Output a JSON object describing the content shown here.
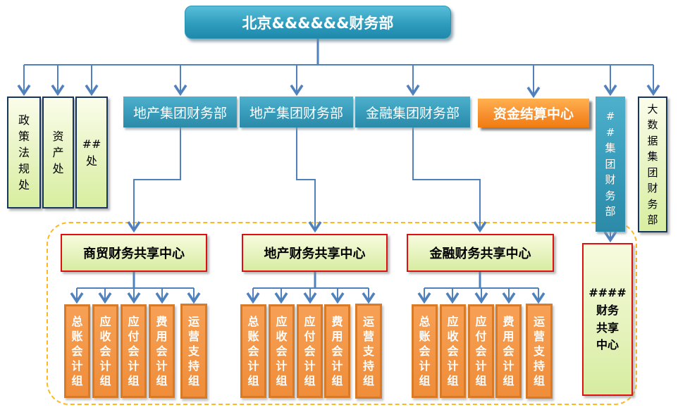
{
  "colors": {
    "teal": "#2f9dbd",
    "orange": "#f58220",
    "green_fill": "#d8ee9f",
    "navy_border": "#17365d",
    "red_border": "#e01010",
    "team_fill": "#f29446",
    "team_border": "#d97b26",
    "connector_blue": "#4f81bd",
    "boundary_dash": "#ffb81c"
  },
  "root": {
    "label": "北京&&&&&&财务部"
  },
  "staff_offices": [
    {
      "label": "政\n策\n法\n规\n处"
    },
    {
      "label": "资\n产\n处"
    },
    {
      "label": "##\n处"
    }
  ],
  "group_finance_departments": [
    {
      "label": "地产集团财务部"
    },
    {
      "label": "地产集团财务部"
    },
    {
      "label": "金融集团财务部"
    }
  ],
  "settlement_center": {
    "label": "资金结算中心"
  },
  "side_departments": [
    {
      "label": "#\n#\n集\n团\n财\n务\n部"
    },
    {
      "label": "大\n数\n据\n集\n团\n财\n务\n部"
    }
  ],
  "shared_service_centers": [
    {
      "label": "商贸财务共享中心"
    },
    {
      "label": "地产财务共享中心"
    },
    {
      "label": "金融财务共享中心"
    }
  ],
  "right_shared_center": {
    "label": "####\n财务\n共享\n中心"
  },
  "team_groups": [
    {
      "teams": [
        {
          "label": "总\n账\n会\n计\n组"
        },
        {
          "label": "应\n收\n会\n计\n组"
        },
        {
          "label": "应\n付\n会\n计\n组"
        },
        {
          "label": "费\n用\n会\n计\n组"
        },
        {
          "label": "运\n营\n支\n持\n组"
        }
      ]
    },
    {
      "teams": [
        {
          "label": "总\n账\n会\n计\n组"
        },
        {
          "label": "应\n收\n会\n计\n组"
        },
        {
          "label": "应\n付\n会\n计\n组"
        },
        {
          "label": "费\n用\n会\n计\n组"
        },
        {
          "label": "运\n营\n支\n持\n组"
        }
      ]
    },
    {
      "teams": [
        {
          "label": "总\n账\n会\n计\n组"
        },
        {
          "label": "应\n收\n会\n计\n组"
        },
        {
          "label": "应\n付\n会\n计\n组"
        },
        {
          "label": "费\n用\n会\n计\n组"
        },
        {
          "label": "运\n营\n支\n持\n组"
        }
      ]
    }
  ]
}
